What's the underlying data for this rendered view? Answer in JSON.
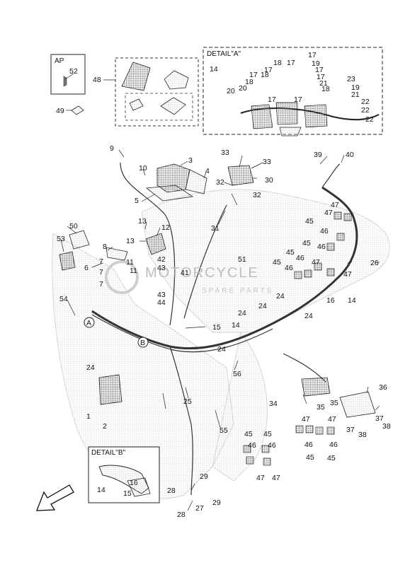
{
  "insets": {
    "ap": "AP",
    "detail_a": "DETAIL\"A\"",
    "detail_b": "DETAIL\"B\""
  },
  "circle_markers": {
    "a": "A",
    "b": "B"
  },
  "watermark": {
    "main": "MOTORCYCLE",
    "sub": "SPARE PARTS"
  },
  "callouts": [
    "1",
    "2",
    "3",
    "4",
    "5",
    "6",
    "7",
    "8",
    "9",
    "10",
    "11",
    "12",
    "13",
    "14",
    "15",
    "16",
    "17",
    "18",
    "19",
    "20",
    "21",
    "22",
    "23",
    "24",
    "25",
    "26",
    "27",
    "28",
    "29",
    "30",
    "31",
    "32",
    "33",
    "34",
    "35",
    "36",
    "37",
    "38",
    "39",
    "40",
    "41",
    "42",
    "43",
    "44",
    "45",
    "46",
    "47",
    "48",
    "49",
    "50",
    "51",
    "52",
    "53",
    "54",
    "55",
    "56"
  ],
  "icons": {
    "direction_arrow": "front-direction-arrow-icon"
  }
}
